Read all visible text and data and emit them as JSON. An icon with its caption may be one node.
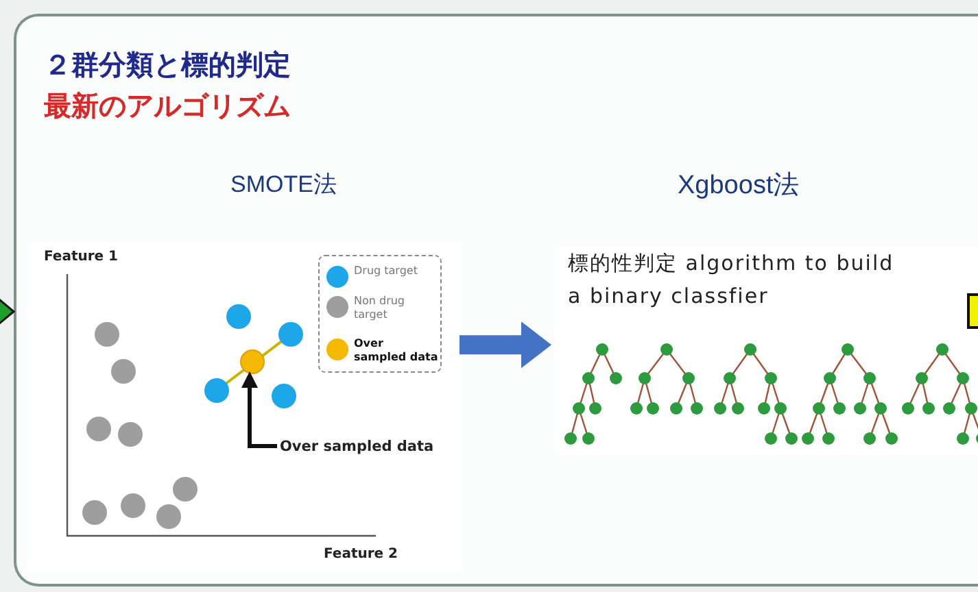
{
  "diagram": {
    "nodes": [
      {
        "text": [
          "２群分類と標的判定",
          "最新のアルゴリズム"
        ]
      },
      {
        "text": [
          "SMOTE法"
        ],
        "in": 0
      },
      {
        "text": [
          "Xgboost法",
          "標的性判定 algorithm to build a binary classfier"
        ],
        "in": 0
      },
      {
        "text": [
          "Over sampled data"
        ],
        "in": 1
      },
      {
        "text": [],
        "shape": "circle",
        "in": 1
      },
      {
        "text": [],
        "shape": "box",
        "in": 2
      }
    ],
    "edges": [
      {
        "from": null,
        "to": 0,
        "arrow": "to",
        "color": "#1e9e2a"
      },
      {
        "from": 1,
        "to": 2,
        "arrow": "to",
        "style": "thick",
        "color": "#4472c4"
      },
      {
        "from": 3,
        "to": 4,
        "arrow": "to",
        "color": "#111111"
      }
    ],
    "labels": [
      "Feature 1",
      "Feature 2"
    ],
    "legend": [
      {
        "text": "Drug target",
        "color": "#1ea7e8"
      },
      {
        "text": "Non drug target",
        "color": "#9e9e9e"
      },
      {
        "text": "Over sampled data",
        "color": "#f5b800"
      }
    ]
  }
}
